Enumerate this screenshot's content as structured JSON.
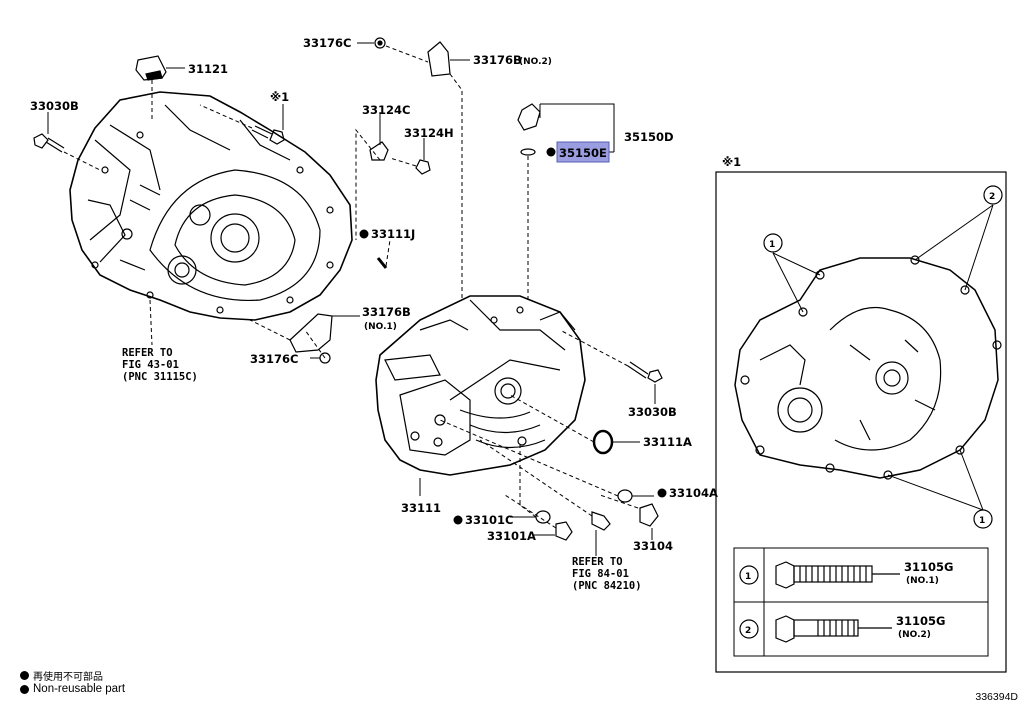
{
  "parts": {
    "p31121": "31121",
    "p33030b_left": "33030B",
    "p33030b_right": "33030B",
    "p33176c_top": "33176C",
    "p33176b_top": "33176B",
    "p33176b_top_note": "(NO.2)",
    "p33124c": "33124C",
    "p33124h": "33124H",
    "p33111j": "33111J",
    "p33176b_mid": "33176B",
    "p33176b_mid_note": "(NO.1)",
    "p33176c_mid": "33176C",
    "p35150d": "35150D",
    "p35150e": "35150E",
    "p33111a": "33111A",
    "p33104a": "33104A",
    "p33104": "33104",
    "p33101c": "33101C",
    "p33101a": "33101A",
    "p33111": "33111"
  },
  "refs": {
    "ref_left": [
      "REFER TO",
      "FIG 43-01",
      "(PNC 31115C)"
    ],
    "ref_bottom": [
      "REFER TO",
      "FIG 84-01",
      "(PNC 84210)"
    ]
  },
  "marks": {
    "note_mark_bolt": "※1",
    "note_mark_box": "※1",
    "circle_1": "1",
    "circle_2": "2"
  },
  "bolt_table": [
    {
      "index": "1",
      "part": "31105G",
      "note": "(NO.1)"
    },
    {
      "index": "2",
      "part": "31105G",
      "note": "(NO.2)"
    }
  ],
  "legend": {
    "jp": "再使用不可部品",
    "en": "Non-reusable part"
  },
  "figure_number": "336394D",
  "highlight_color": "#9a9ee0"
}
